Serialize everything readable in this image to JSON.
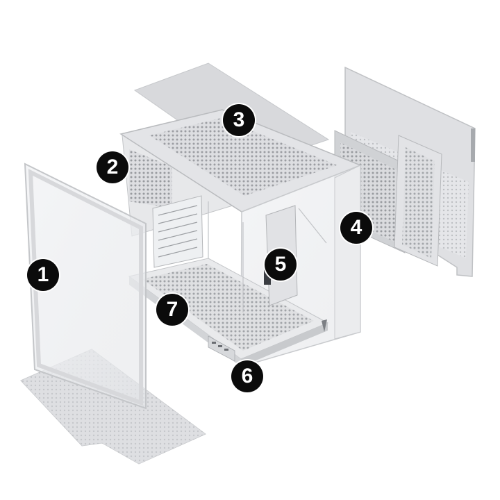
{
  "callouts": [
    {
      "id": "1",
      "label": "1"
    },
    {
      "id": "2",
      "label": "2"
    },
    {
      "id": "3",
      "label": "3"
    },
    {
      "id": "4",
      "label": "4"
    },
    {
      "id": "5",
      "label": "5"
    },
    {
      "id": "6",
      "label": "6"
    },
    {
      "id": "7",
      "label": "7"
    }
  ],
  "colors": {
    "callout_fill": "#0b0b0b",
    "callout_text": "#ffffff",
    "case_body": "#e9eaec",
    "panel_gray": "#d9dadc",
    "mesh_dark": "#8e9196"
  }
}
